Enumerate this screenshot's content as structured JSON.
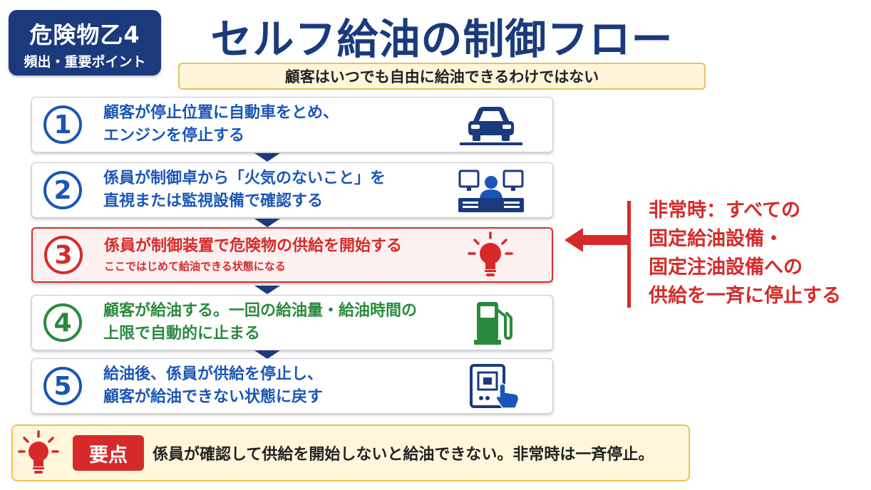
{
  "badge": {
    "title": "危険物乙4",
    "subtitle": "頻出・重要ポイント"
  },
  "title": "セルフ給油の制御フロー",
  "subtitle": "顧客はいつでも自由に給油できるわけではない",
  "steps": [
    {
      "number": "1",
      "lines": [
        "顧客が停止位置に自動車をとめ、",
        "エンジンを停止する"
      ],
      "icon": "car-icon",
      "color": "#1a56b8"
    },
    {
      "number": "2",
      "lines": [
        "係員が制御卓から「火気のないこと」を",
        "直視または監視設備で確認する"
      ],
      "icon": "control-console-icon",
      "color": "#1a56b8"
    },
    {
      "number": "3",
      "lines": [
        "係員が制御装置で危険物の供給を開始する"
      ],
      "note": "ここではじめて給油できる状態になる",
      "icon": "light-bulb-icon",
      "color": "#d62a2a"
    },
    {
      "number": "4",
      "lines": [
        "顧客が給油する。一回の給油量・給油時間の",
        "上限で自動的に止まる"
      ],
      "icon": "fuel-pump-icon",
      "color": "#2a8a3c"
    },
    {
      "number": "5",
      "lines": [
        "給油後、係員が供給を停止し、",
        "顧客が給油できない状態に戻す"
      ],
      "icon": "touch-panel-icon",
      "color": "#1a56b8"
    }
  ],
  "emergency": {
    "lines": [
      "非常時：すべての",
      "固定給油設備・",
      "固定注油設備への",
      "供給を一斉に停止する"
    ],
    "color": "#d62a2a"
  },
  "keypoint": {
    "label": "要点",
    "text": "係員が確認して供給を開始しないと給油できない。非常時は一斉停止。",
    "icon": "light-bulb-icon"
  }
}
